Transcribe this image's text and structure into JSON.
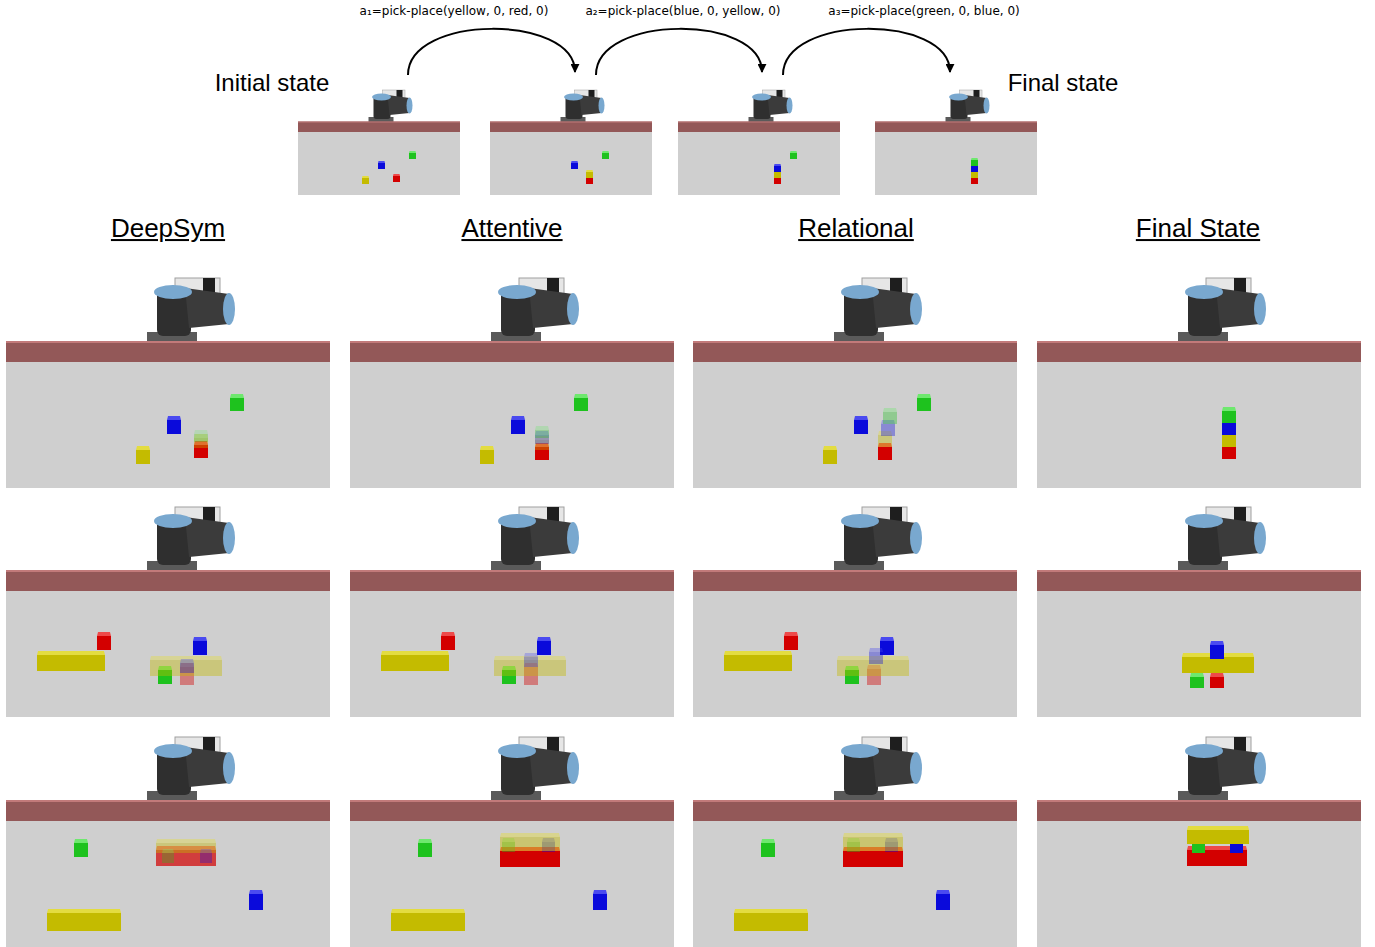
{
  "diagram": {
    "labels": [
      "a₁=pick-place(yellow, 0, red, 0)",
      "a₂=pick-place(blue, 0, yellow, 0)",
      "a₃=pick-place(green, 0, blue, 0)",
      "Initial state",
      "Final state",
      "DeepSym",
      "Attentive",
      "Relational",
      "Final State"
    ]
  }
}
